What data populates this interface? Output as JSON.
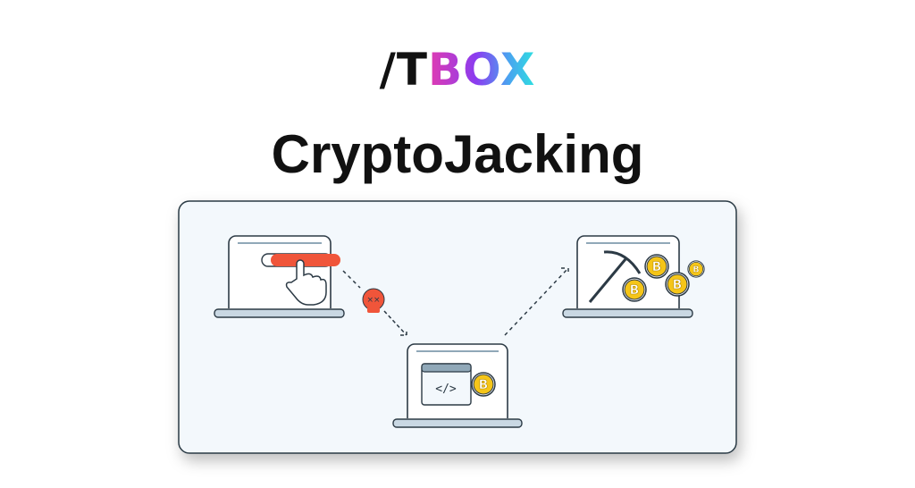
{
  "logo": {
    "prefix": "/T",
    "suffix": "BOX"
  },
  "title": "CryptoJacking",
  "illustration": {
    "steps": [
      "malicious-click",
      "infected-script",
      "crypto-mining"
    ],
    "code_glyph": "</>",
    "coin_glyph": "B",
    "colors": {
      "accent": "#f0553a",
      "coin": "#f5c518",
      "card_bg": "#f3f8fc",
      "stroke": "#2c3a45",
      "laptop_base": "#c9d8e3"
    }
  }
}
